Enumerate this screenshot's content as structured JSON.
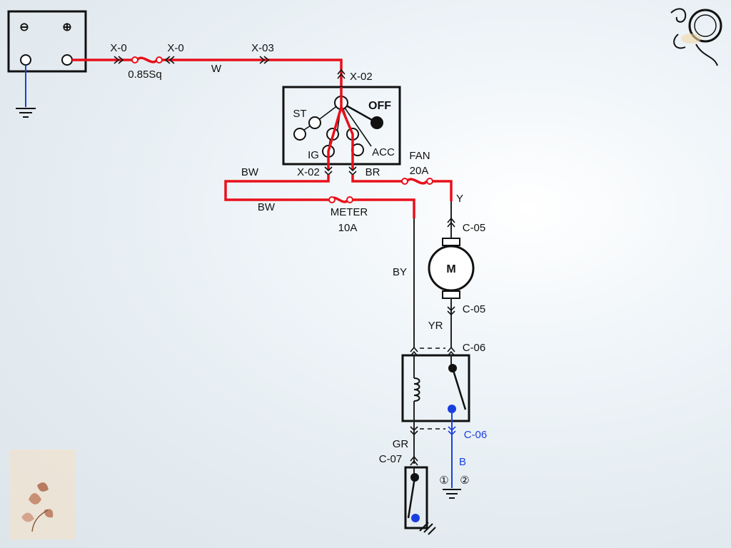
{
  "battery": {
    "minus_symbol": "⊖",
    "plus_symbol": "⊕"
  },
  "connectors": {
    "x0_left": "X-0",
    "x0_right": "X-0",
    "x03": "X-03",
    "x02_top": "X-02",
    "x02_bottom": "X-02",
    "c05_top": "C-05",
    "c05_bottom": "C-05",
    "c06_top": "C-06",
    "c06_bottom": "C-06",
    "c07": "C-07"
  },
  "wires": {
    "w": "W",
    "size": "0.85Sq",
    "bw_upper": "BW",
    "bw_lower": "BW",
    "br": "BR",
    "y": "Y",
    "by": "BY",
    "yr": "YR",
    "gr": "GR",
    "b": "B"
  },
  "ignition_switch": {
    "st": "ST",
    "off": "OFF",
    "ig": "IG",
    "acc": "ACC"
  },
  "fuses": {
    "fan_name": "FAN",
    "fan_rating": "20A",
    "meter_name": "METER",
    "meter_rating": "10A"
  },
  "motor": {
    "symbol": "M"
  },
  "ground_points": {
    "one": "①",
    "two": "②"
  },
  "colors": {
    "active_wire": "#e8101a",
    "ground_wire": "#1a3fe0",
    "line": "#111111"
  }
}
